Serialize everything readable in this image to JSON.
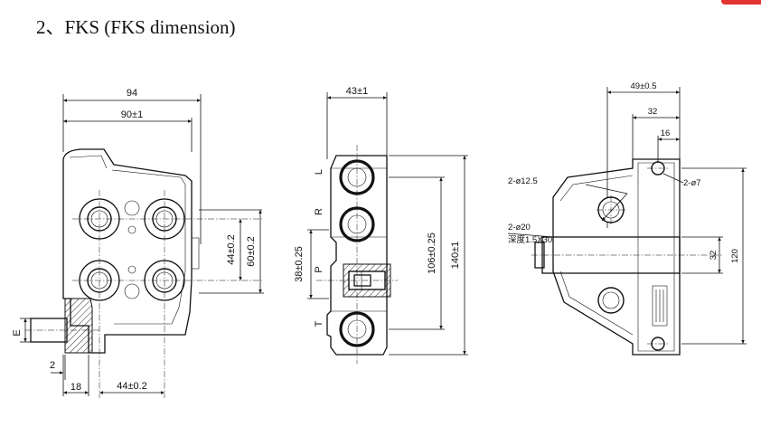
{
  "title": "2、FKS (FKS dimension)",
  "accent_color": "#e3342f",
  "views": {
    "front": {
      "dims": {
        "overall_width": "94",
        "body_width": "90±1",
        "inner_spacing": "44±0.2",
        "outer_spacing": "60±0.2",
        "bottom_spacing": "44±0.2",
        "shaft_length": "18",
        "shaft_step": "2",
        "shaft_label": "E"
      }
    },
    "side": {
      "dims": {
        "width": "43±1",
        "port_height": "38±0.25",
        "port_span": "106±0.25",
        "overall_height": "140±1"
      },
      "ports": {
        "l": "L",
        "r": "R",
        "p": "P",
        "t": "T"
      }
    },
    "rear": {
      "dims": {
        "width": "49±0.5",
        "hole_offset": "32",
        "small_offset": "16",
        "hole_large": "2-ø12.5",
        "hole_small": "2-ø7",
        "hole_bore": "2-ø20",
        "bore_depth": "深度1.5X30",
        "center_height": "32",
        "overall_height": "120"
      }
    }
  }
}
